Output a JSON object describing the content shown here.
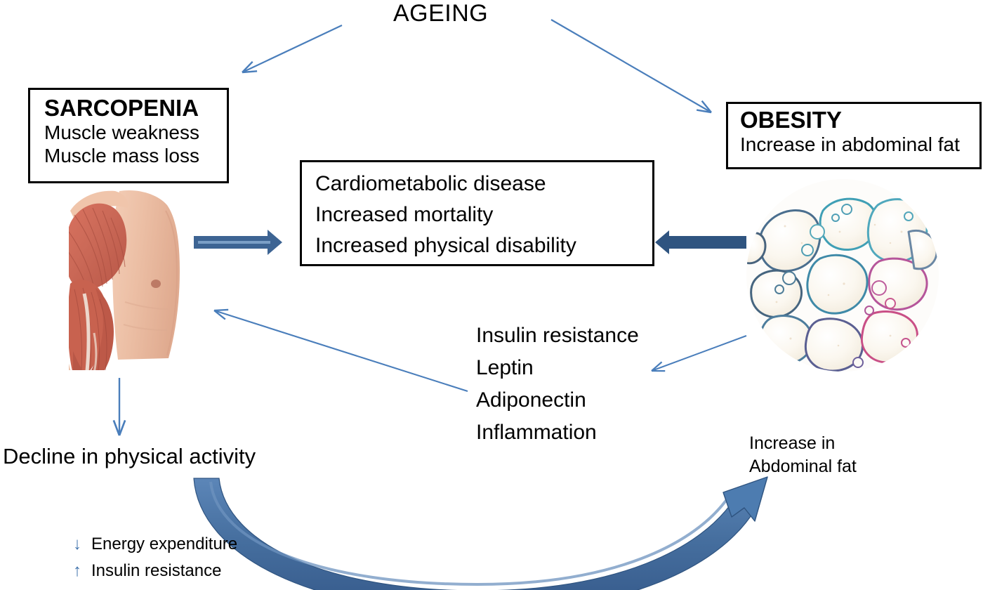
{
  "diagram": {
    "title": "AGEING",
    "sarcopenia": {
      "heading": "SARCOPENIA",
      "line1": "Muscle weakness",
      "line2": "Muscle mass loss"
    },
    "obesity": {
      "heading": "OBESITY",
      "line1": "Increase in abdominal fat"
    },
    "outcomes": {
      "line1": "Cardiometabolic disease",
      "line2": "Increased mortality",
      "line3": "Increased physical disability"
    },
    "adipokines": {
      "line1": "Insulin resistance",
      "line2": "Leptin",
      "line3": "Adiponectin",
      "line4": "Inflammation"
    },
    "decline_label": "Decline in physical activity",
    "increase_abdominal": {
      "line1": "Increase in",
      "line2": "Abdominal fat"
    },
    "bullets": [
      {
        "arrow": "↓",
        "label": "Energy expenditure"
      },
      {
        "arrow": "↑",
        "label": "Insulin resistance"
      }
    ],
    "images": {
      "muscle_alt": "shoulder and arm musculature anatomical illustration",
      "adipose_alt": "adipose tissue histology micrograph"
    },
    "colors": {
      "thin_arrow": "#4a7ebb",
      "thick_arrow": "#3d6493",
      "curved_arrow_light": "#4b77ab",
      "curved_arrow_dark": "#37628f",
      "box_border": "#000000",
      "text": "#000000"
    }
  }
}
